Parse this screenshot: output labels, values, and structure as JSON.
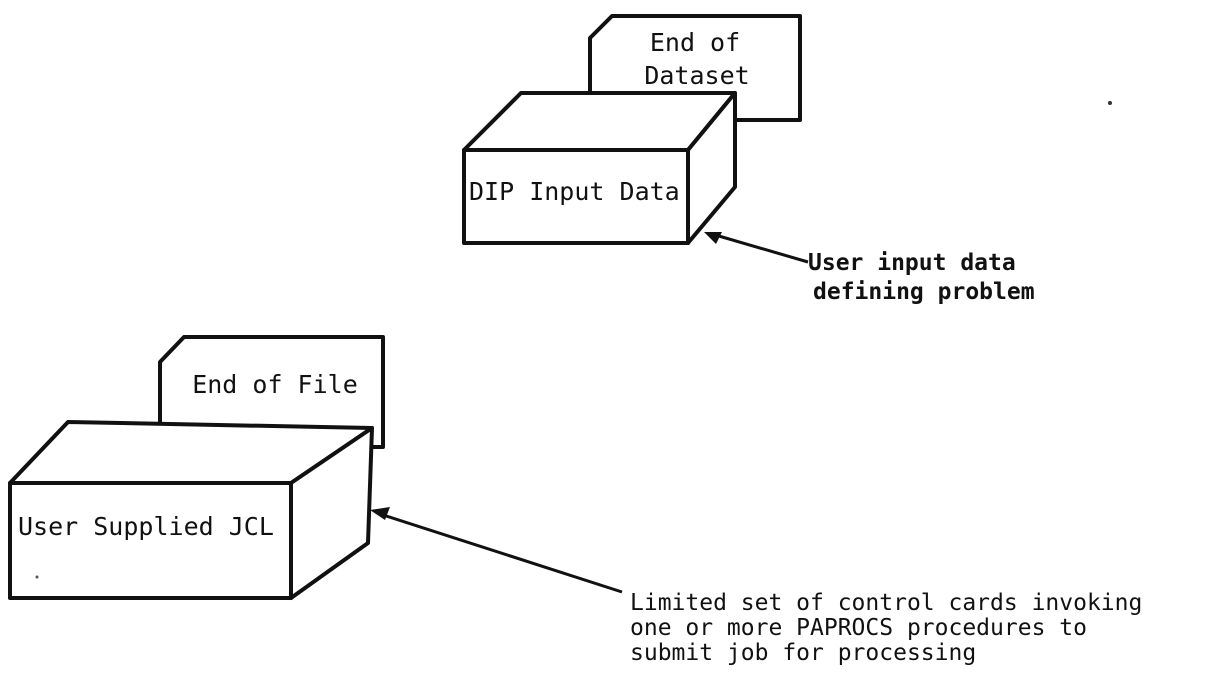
{
  "deck_top": {
    "end_card_label_line1": "End of",
    "end_card_label_line2": "Dataset",
    "box_label": "DIP Input Data",
    "note_line1": "User input data",
    "note_line2": "defining problem"
  },
  "deck_bottom": {
    "end_card_label": "End of File",
    "box_label": "User Supplied JCL",
    "note_line1": "Limited set of control cards invoking",
    "note_line2": "one or more PAPROCS procedures to",
    "note_line3": "submit job for processing"
  }
}
